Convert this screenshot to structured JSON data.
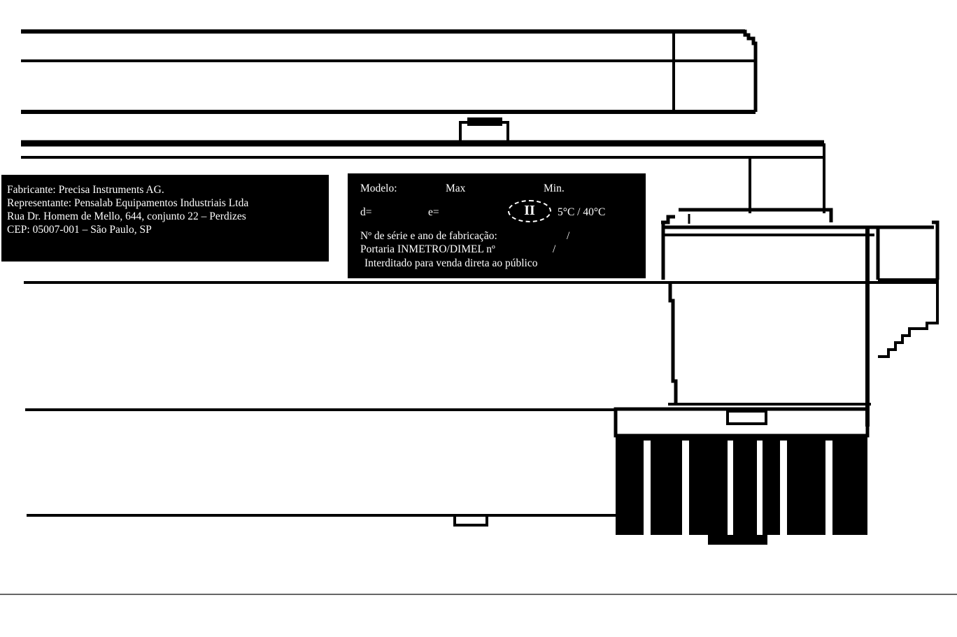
{
  "manufacturer_plate": {
    "lines": [
      "Fabricante: Precisa Instruments AG.",
      "Representante: Pensalab Equipamentos Industriais Ltda",
      "Rua Dr. Homem de Mello, 644, conjunto 22 – Perdizes",
      "CEP: 05007-001 – São Paulo, SP"
    ]
  },
  "model_plate": {
    "modelo_label": "Modelo:",
    "max_label": "Max",
    "min_label": "Min.",
    "d_label": "d=",
    "e_label": "e=",
    "accuracy_class": "II",
    "temperature_range": "5°C / 40°C",
    "serial_label": "Nº de série e ano de fabricação:",
    "serial_sep": "/",
    "portaria_label": "Portaria INMETRO/DIMEL nº",
    "portaria_sep": "/",
    "notice": "Interditado para venda direta ao público"
  },
  "colors": {
    "ink": "#000000",
    "paper": "#ffffff"
  }
}
